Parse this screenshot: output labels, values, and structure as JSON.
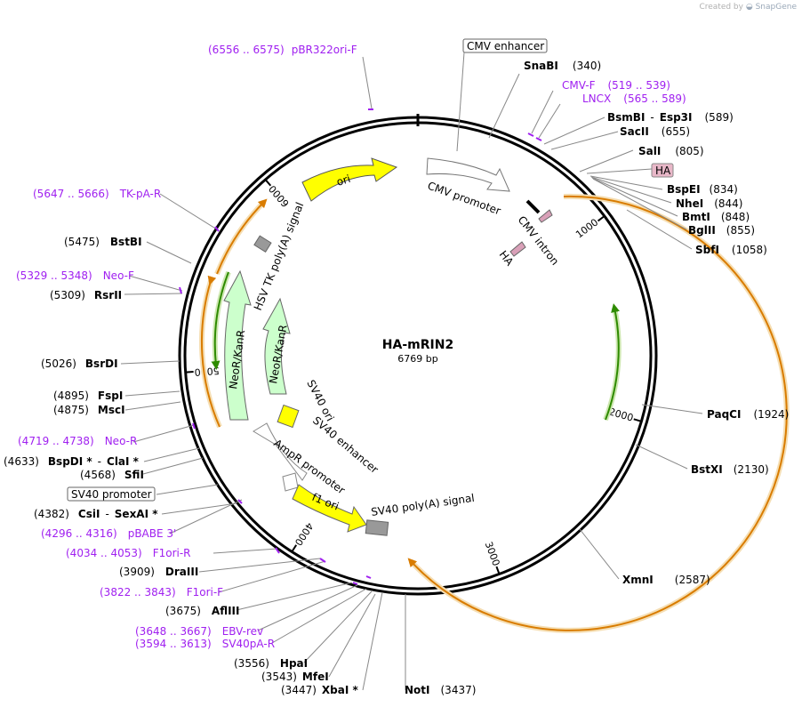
{
  "credit": {
    "prefix": "Created by",
    "brand": "SnapGene"
  },
  "plasmid": {
    "name": "HA-mRIN2",
    "size_label": "6769 bp",
    "length": 6769
  },
  "ticks": [
    {
      "pos": 1000,
      "label": "1000"
    },
    {
      "pos": 2000,
      "label": "2000"
    },
    {
      "pos": 3000,
      "label": "3000"
    },
    {
      "pos": 4000,
      "label": "4000"
    },
    {
      "pos": 5000,
      "label": "5000"
    },
    {
      "pos": 6000,
      "label": "6000"
    }
  ],
  "features": [
    {
      "name": "CMV enhancer",
      "boxed": true
    },
    {
      "name": "CMV promoter"
    },
    {
      "name": "CMV intron"
    },
    {
      "name": "HA"
    },
    {
      "name": "HA",
      "boxed": true,
      "highlight": true
    },
    {
      "name": "ori"
    },
    {
      "name": "HSV TK poly(A) signal"
    },
    {
      "name": "NeoR/KanR"
    },
    {
      "name": "NeoR/KanR"
    },
    {
      "name": "SV40 ori"
    },
    {
      "name": "SV40 enhancer"
    },
    {
      "name": "AmpR promoter"
    },
    {
      "name": "f1 ori"
    },
    {
      "name": "SV40 poly(A) signal"
    },
    {
      "name": "SV40 promoter",
      "boxed": true
    }
  ],
  "labels": [
    {
      "name": "SnaBI",
      "pos": "(340)",
      "kind": "site"
    },
    {
      "name": "CMV-F",
      "pos": "(519 .. 539)",
      "kind": "primer"
    },
    {
      "name": "LNCX",
      "pos": "(565 .. 589)",
      "kind": "primer"
    },
    {
      "name": "BsmBI",
      "name2": "Esp3I",
      "pos": "(589)",
      "kind": "site"
    },
    {
      "name": "SacII",
      "pos": "(655)",
      "kind": "site"
    },
    {
      "name": "SalI",
      "pos": "(805)",
      "kind": "site"
    },
    {
      "name": "BspEI",
      "pos": "(834)",
      "kind": "site"
    },
    {
      "name": "NheI",
      "pos": "(844)",
      "kind": "site"
    },
    {
      "name": "BmtI",
      "pos": "(848)",
      "kind": "site"
    },
    {
      "name": "BglII",
      "pos": "(855)",
      "kind": "site"
    },
    {
      "name": "SbfI",
      "pos": "(1058)",
      "kind": "site"
    },
    {
      "name": "PaqCI",
      "pos": "(1924)",
      "kind": "site"
    },
    {
      "name": "BstXI",
      "pos": "(2130)",
      "kind": "site"
    },
    {
      "name": "XmnI",
      "pos": "(2587)",
      "kind": "site"
    },
    {
      "name": "NotI",
      "pos": "(3437)",
      "kind": "site"
    },
    {
      "name": "XbaI *",
      "pos": "(3447)",
      "kind": "site"
    },
    {
      "name": "MfeI",
      "pos": "(3543)",
      "kind": "site"
    },
    {
      "name": "HpaI",
      "pos": "(3556)",
      "kind": "site"
    },
    {
      "name": "SV40pA-R",
      "pos": "(3594 .. 3613)",
      "kind": "primer"
    },
    {
      "name": "EBV-rev",
      "pos": "(3648 .. 3667)",
      "kind": "primer"
    },
    {
      "name": "AflIII",
      "pos": "(3675)",
      "kind": "site"
    },
    {
      "name": "F1ori-F",
      "pos": "(3822 .. 3843)",
      "kind": "primer"
    },
    {
      "name": "DraIII",
      "pos": "(3909)",
      "kind": "site"
    },
    {
      "name": "F1ori-R",
      "pos": "(4034 .. 4053)",
      "kind": "primer"
    },
    {
      "name": "pBABE 3'",
      "pos": "(4296 .. 4316)",
      "kind": "primer"
    },
    {
      "name": "CsiI",
      "name2": "SexAI *",
      "pos": "(4382)",
      "kind": "site"
    },
    {
      "name": "SfiI",
      "pos": "(4568)",
      "kind": "site"
    },
    {
      "name": "BspDI *",
      "name2": "ClaI *",
      "pos": "(4633)",
      "kind": "site"
    },
    {
      "name": "Neo-R",
      "pos": "(4719 .. 4738)",
      "kind": "primer"
    },
    {
      "name": "MscI",
      "pos": "(4875)",
      "kind": "site"
    },
    {
      "name": "FspI",
      "pos": "(4895)",
      "kind": "site"
    },
    {
      "name": "BsrDI",
      "pos": "(5026)",
      "kind": "site"
    },
    {
      "name": "RsrII",
      "pos": "(5309)",
      "kind": "site"
    },
    {
      "name": "Neo-F",
      "pos": "(5329 .. 5348)",
      "kind": "primer"
    },
    {
      "name": "BstBI",
      "pos": "(5475)",
      "kind": "site"
    },
    {
      "name": "TK-pA-R",
      "pos": "(5647 .. 5666)",
      "kind": "primer"
    },
    {
      "name": "pBR322ori-F",
      "pos": "(6556 .. 6575)",
      "kind": "primer"
    }
  ]
}
